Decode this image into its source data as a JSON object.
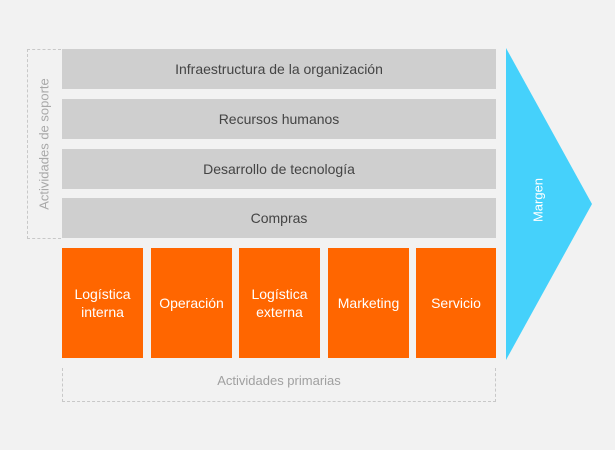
{
  "support": {
    "label": "Actividades de soporte",
    "items": [
      {
        "label": "Infraestructura de la organización"
      },
      {
        "label": "Recursos humanos"
      },
      {
        "label": "Desarrollo de tecnología"
      },
      {
        "label": "Compras"
      }
    ]
  },
  "primary": {
    "label": "Actividades primarias",
    "items": [
      {
        "label": "Logística\ninterna"
      },
      {
        "label": "Operación"
      },
      {
        "label": "Logística\nexterna"
      },
      {
        "label": "Marketing"
      },
      {
        "label": "Servicio"
      }
    ]
  },
  "margin": {
    "label": "Margen"
  },
  "colors": {
    "background": "#f2f2f2",
    "support_bar": "#cfcfcf",
    "primary_box": "#ff6600",
    "margin_arrow": "#45d1fb",
    "bracket": "#c8c8c8"
  }
}
